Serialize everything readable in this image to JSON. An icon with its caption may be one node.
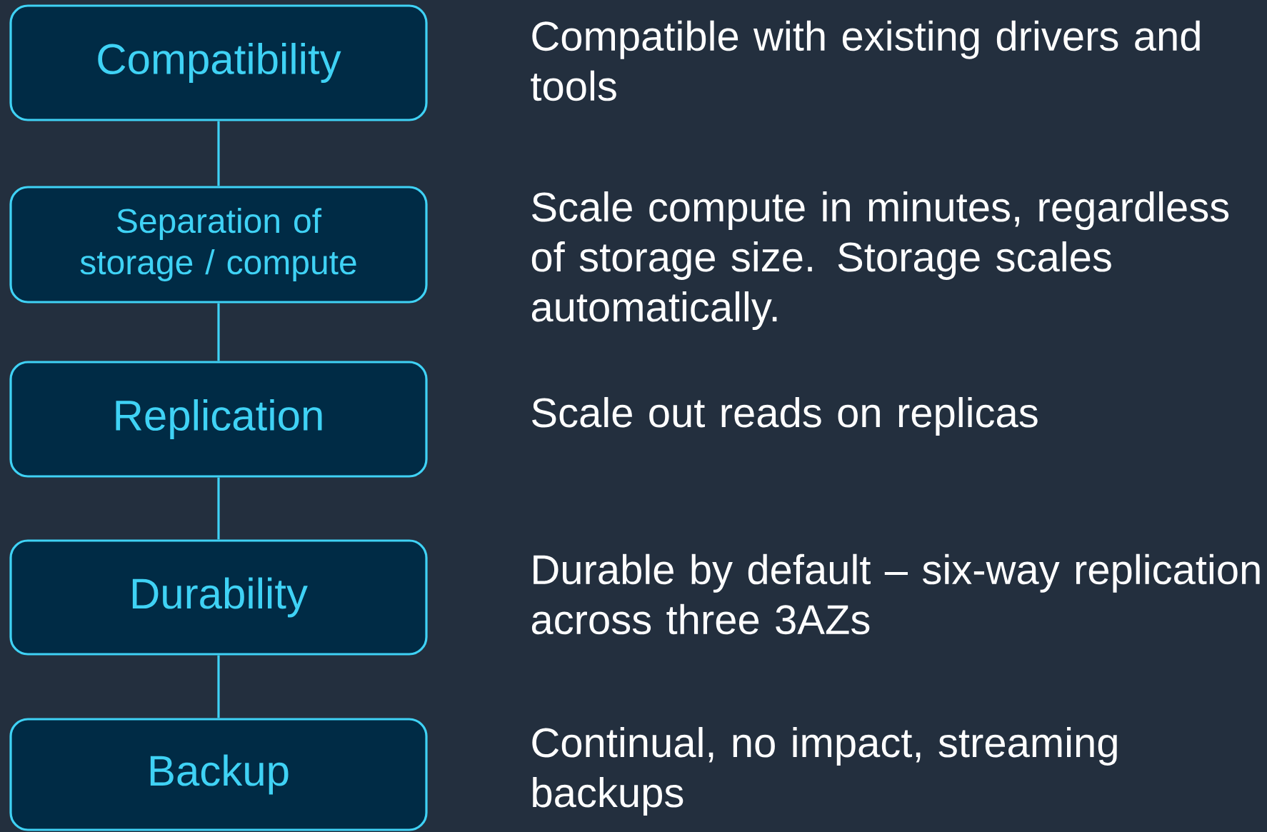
{
  "diagram": {
    "nodes": [
      {
        "text": [
          "Compatibility"
        ],
        "beside": [
          "Compatible with existing drivers and tools"
        ]
      },
      {
        "text": [
          "Separation of storage / compute"
        ],
        "beside": [
          "Scale compute in minutes, regardless of storage size. Storage scales automatically."
        ]
      },
      {
        "text": [
          "Replication"
        ],
        "beside": [
          "Scale out reads on replicas"
        ]
      },
      {
        "text": [
          "Durability"
        ],
        "beside": [
          "Durable by default – six-way replication across three 3AZs"
        ]
      },
      {
        "text": [
          "Backup"
        ],
        "beside": [
          "Continual, no impact, streaming backups"
        ]
      }
    ],
    "edges": [
      {
        "from": 0,
        "to": 1,
        "arrow": "none"
      },
      {
        "from": 1,
        "to": 2,
        "arrow": "none"
      },
      {
        "from": 2,
        "to": 3,
        "arrow": "none"
      },
      {
        "from": 3,
        "to": 4,
        "arrow": "none"
      }
    ]
  }
}
